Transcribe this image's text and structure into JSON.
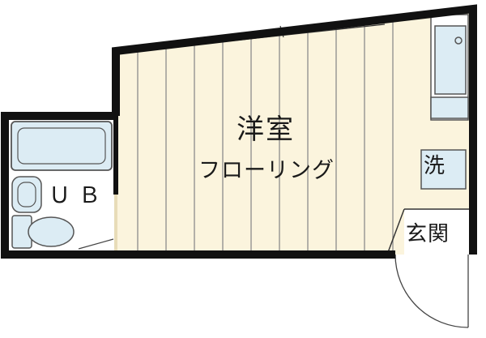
{
  "floorplan": {
    "rooms": {
      "western_room": {
        "name": "洋室",
        "flooring": "フローリング"
      },
      "unit_bath": {
        "label": "ＵＢ"
      },
      "washer_space": {
        "label": "洗"
      },
      "entrance": {
        "label": "玄関"
      }
    },
    "colors": {
      "wall": "#111111",
      "floor": "#fbf4dd",
      "floor_lines": "#8c8c8c",
      "bath_fixture": "#dcecf4",
      "fixture_outline": "#555555",
      "door_arc": "#444444"
    }
  }
}
